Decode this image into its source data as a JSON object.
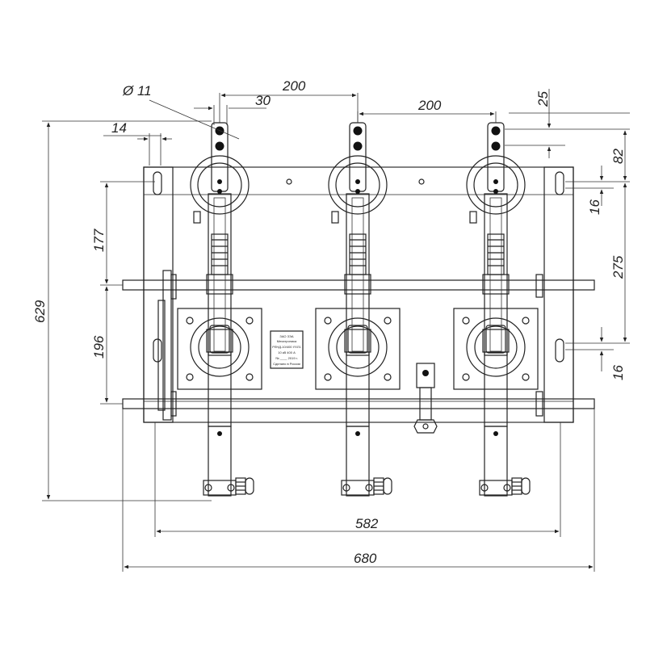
{
  "colors": {
    "line": "#222222",
    "fill_light": "#ececec",
    "fill_mid": "#d8d8d8",
    "hole": "#111111"
  },
  "dimensions": {
    "diameter": "Ø 11",
    "pitch_top_1": "200",
    "offset_30": "30",
    "pitch_top_2": "200",
    "width_14": "14",
    "top_25": "25",
    "right_82": "82",
    "right_16_upper": "16",
    "right_275": "275",
    "right_16_lower": "16",
    "left_177": "177",
    "left_196": "196",
    "height_629": "629",
    "width_582": "582",
    "width_680": "680"
  },
  "nameplate": {
    "lines": [
      "ЗАО ЗЭА",
      "Мехатроника",
      "РЛНД-10/400 УХЛ1",
      "10 кВ  400 А",
      "№ ____  2019 г.",
      "Сделано в России"
    ]
  }
}
